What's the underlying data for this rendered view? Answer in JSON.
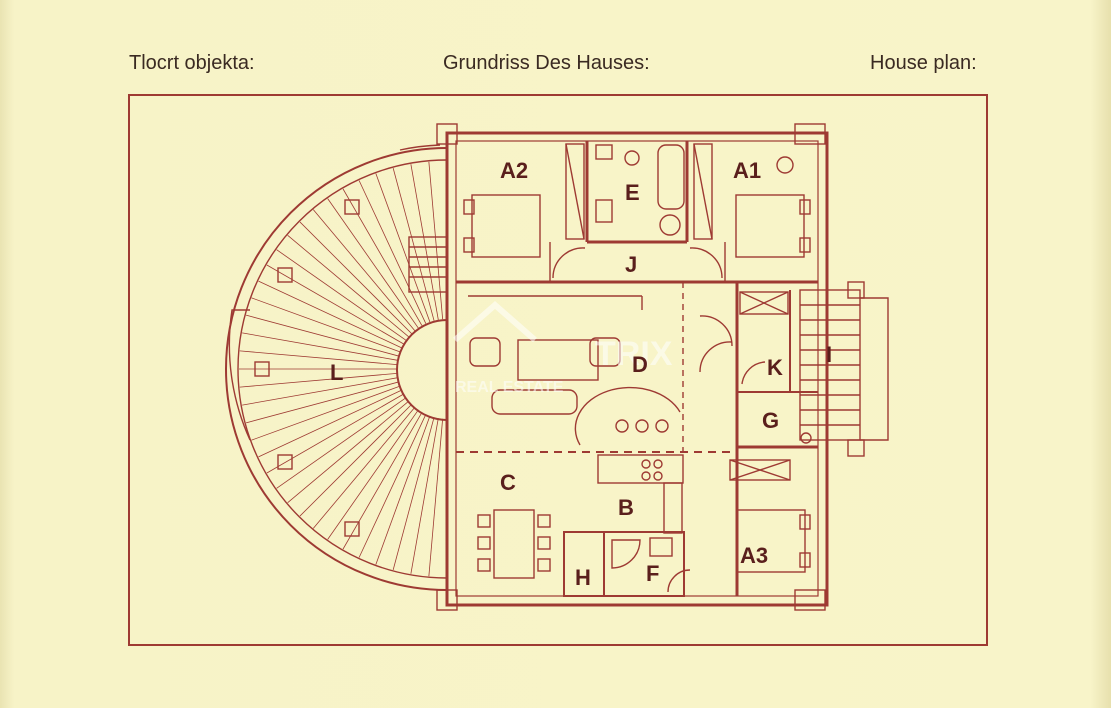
{
  "headers": {
    "croatian": "Tlocrt objekta:",
    "german": "Grundriss Des Hauses:",
    "english": "House plan:"
  },
  "rooms": {
    "A2": "A2",
    "E": "E",
    "A1": "A1",
    "J": "J",
    "L": "L",
    "D": "D",
    "K": "K",
    "I": "I",
    "G": "G",
    "C": "C",
    "B": "B",
    "A3": "A3",
    "H": "H",
    "F": "F"
  },
  "watermark": {
    "brand": "TRIX",
    "tagline": "REAL ESTATE"
  },
  "colors": {
    "paper": "#f6f2c4",
    "line": "#9e3a33",
    "label": "#5a1f1c"
  }
}
